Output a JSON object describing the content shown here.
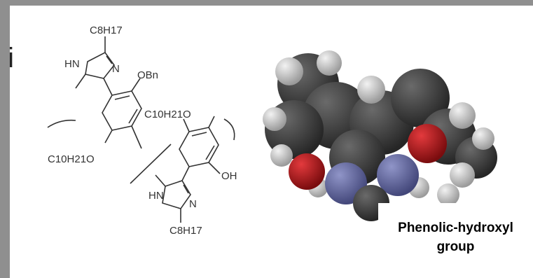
{
  "cut_text": "hi",
  "structure_labels": {
    "top_chain": "C8H17",
    "top_nh": "HN",
    "top_n": "N",
    "obn": "OBn",
    "mid_chain": "C10H21O",
    "left_chain": "C10H21O",
    "oh": "OH",
    "bottom_nh": "HN",
    "bottom_n": "N",
    "bottom_chain": "C8H17"
  },
  "annotation": {
    "line1": "Phenolic-hydroxyl",
    "line2": "group"
  },
  "colors": {
    "background": "#8f8f8f",
    "carbon": "#3a3a3a",
    "hydrogen": "#d4d4d4",
    "oxygen": "#c0161a",
    "nitrogen": "#6a6fa8"
  }
}
